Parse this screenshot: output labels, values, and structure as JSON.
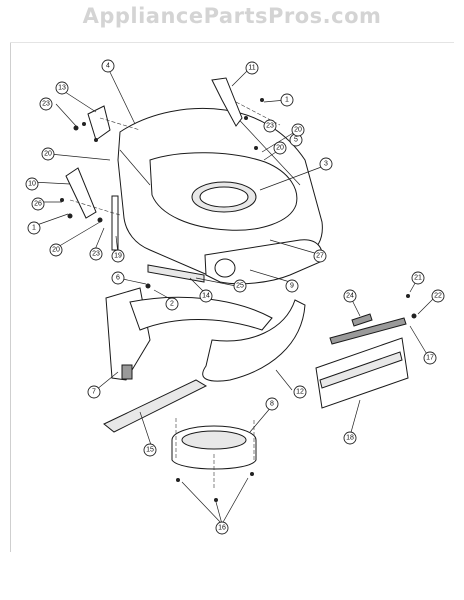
{
  "site": {
    "brand": "AppliancePartsPros.com"
  },
  "callouts": [
    {
      "label": "1"
    },
    {
      "label": "2"
    },
    {
      "label": "3"
    },
    {
      "label": "4"
    },
    {
      "label": "5"
    },
    {
      "label": "6"
    },
    {
      "label": "7"
    },
    {
      "label": "8"
    },
    {
      "label": "9"
    },
    {
      "label": "10"
    },
    {
      "label": "11"
    },
    {
      "label": "12"
    },
    {
      "label": "13"
    },
    {
      "label": "14"
    },
    {
      "label": "15"
    },
    {
      "label": "16"
    },
    {
      "label": "17"
    },
    {
      "label": "18"
    },
    {
      "label": "19"
    },
    {
      "label": "20"
    },
    {
      "label": "21"
    },
    {
      "label": "22"
    },
    {
      "label": "23"
    },
    {
      "label": "24"
    },
    {
      "label": "25"
    },
    {
      "label": "26"
    },
    {
      "label": "27"
    },
    {
      "label": "1"
    },
    {
      "label": "20"
    },
    {
      "label": "20"
    },
    {
      "label": "20"
    },
    {
      "label": "23"
    },
    {
      "label": "23"
    }
  ]
}
